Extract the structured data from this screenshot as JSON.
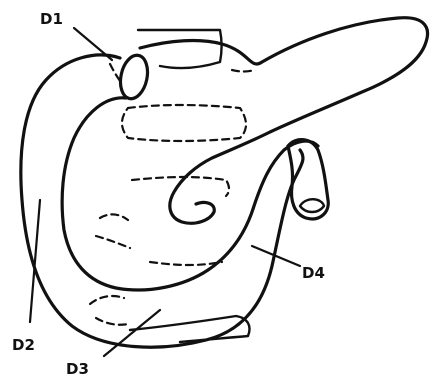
{
  "diagram": {
    "labels": {
      "d1": "D1",
      "d2": "D2",
      "d3": "D3",
      "d4": "D4"
    }
  }
}
